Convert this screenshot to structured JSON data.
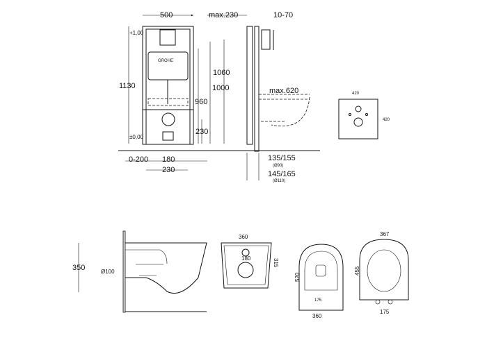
{
  "frame_front": {
    "width": "500",
    "height": "1130",
    "level_top": "+1,00",
    "level_zero": "±0,00",
    "h1060": "1060",
    "h1000": "1000",
    "h960": "960",
    "h230": "230",
    "d0_200": "0-200",
    "d180": "180",
    "d230": "230",
    "brand": "GROHE"
  },
  "frame_side": {
    "max230": "max.230",
    "d10_70": "10-70",
    "max620": "max.620",
    "d135_155": "135/155",
    "dia90": "(Ø90)",
    "d145_165": "145/165",
    "dia110": "(Ø110)"
  },
  "plate": {
    "width": "420",
    "height": "420"
  },
  "bowl_side": {
    "height": "350",
    "pipe": "Ø100"
  },
  "bowl_back": {
    "width": "360",
    "height": "315",
    "bolt": "180"
  },
  "bowl_top": {
    "length": "520",
    "width": "360",
    "inner": "175"
  },
  "seat": {
    "width": "367",
    "length": "455",
    "hinge": "175"
  }
}
